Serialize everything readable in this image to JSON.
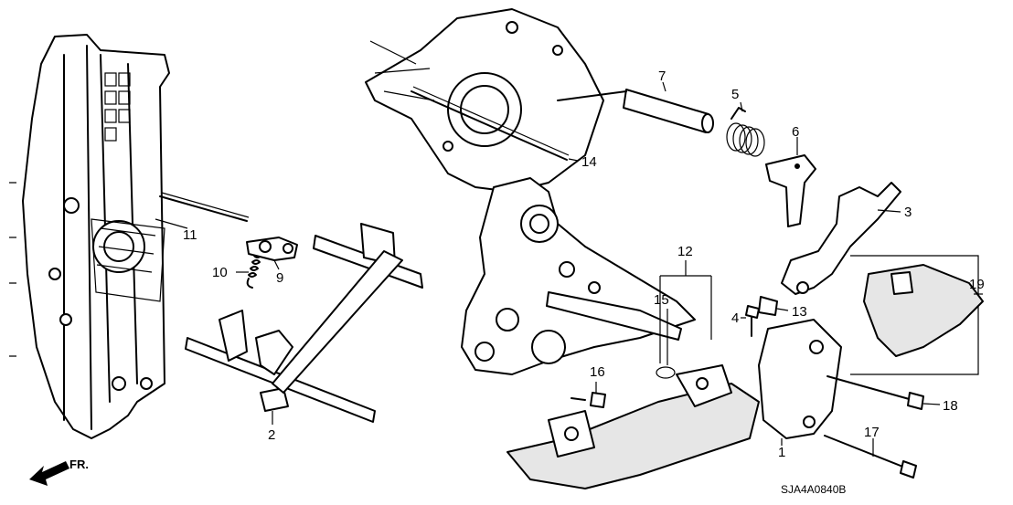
{
  "callouts": [
    {
      "id": "p1",
      "text": "1"
    },
    {
      "id": "p2",
      "text": "2"
    },
    {
      "id": "p3",
      "text": "3"
    },
    {
      "id": "p4",
      "text": "4"
    },
    {
      "id": "p5",
      "text": "5"
    },
    {
      "id": "p6",
      "text": "6"
    },
    {
      "id": "p7",
      "text": "7"
    },
    {
      "id": "p9",
      "text": "9"
    },
    {
      "id": "p10",
      "text": "10"
    },
    {
      "id": "p11",
      "text": "11"
    },
    {
      "id": "p12",
      "text": "12"
    },
    {
      "id": "p13",
      "text": "13"
    },
    {
      "id": "p14",
      "text": "14"
    },
    {
      "id": "p15",
      "text": "15"
    },
    {
      "id": "p16",
      "text": "16"
    },
    {
      "id": "p17",
      "text": "17"
    },
    {
      "id": "p18",
      "text": "18"
    },
    {
      "id": "p19",
      "text": "19"
    }
  ],
  "direction_label": "FR.",
  "diagram_code": "SJA4A0840B",
  "icons": {
    "front_arrow": "front-arrow-icon"
  }
}
